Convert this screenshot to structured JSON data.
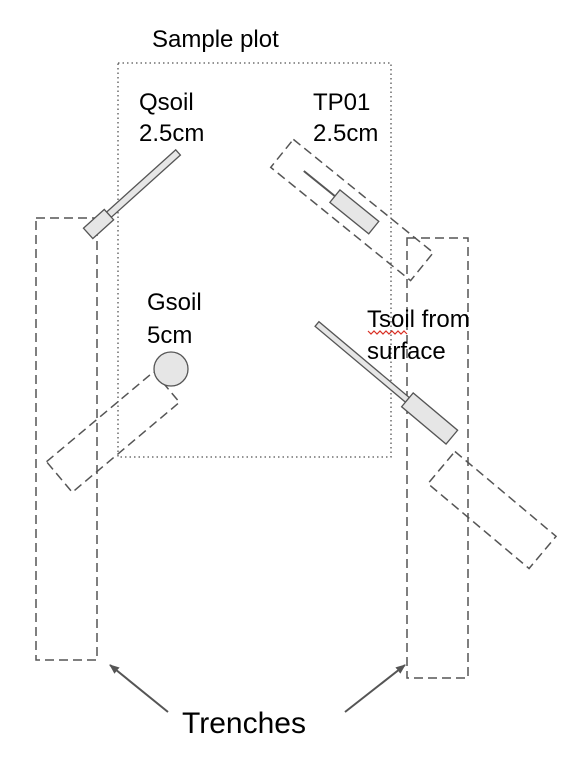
{
  "title": "Sample plot",
  "labels": {
    "qsoil_name": "Qsoil",
    "qsoil_depth": "2.5cm",
    "tp01_name": "TP01",
    "tp01_depth": "2.5cm",
    "gsoil_name": "Gsoil",
    "gsoil_depth": "5cm",
    "tsoil_line1": "Tsoil from",
    "tsoil_line2": "surface",
    "trenches": "Trenches"
  },
  "colors": {
    "stroke": "#555555",
    "sensor_fill": "#e6e6e6",
    "spellcheck_underline": "#d93025"
  }
}
